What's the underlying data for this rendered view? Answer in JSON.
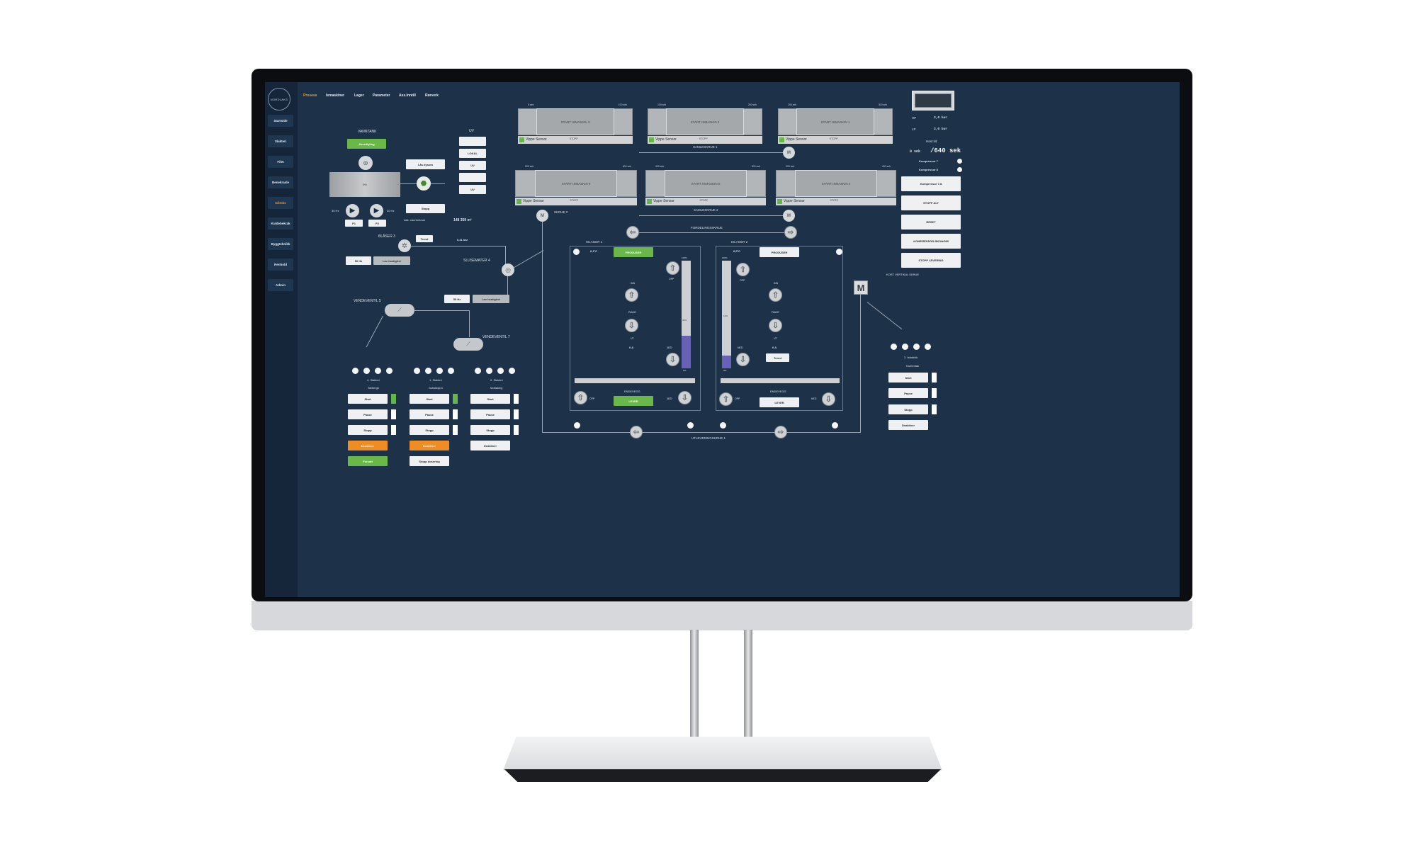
{
  "app": {
    "logo_text": "NORDLAKS"
  },
  "nav": {
    "items": [
      "Prosess",
      "Ismaskiner",
      "Lager",
      "Parameter",
      "Ass.Inntill",
      "Rørverk"
    ],
    "active_index": 0
  },
  "sidebar": {
    "items": [
      "Startside",
      "Slakteri",
      "Filet",
      "Benekrasle",
      "Islimbs",
      "Kuldebekrak",
      "Byggteknikk",
      "Renhold",
      "Admin"
    ],
    "active_index": 4
  },
  "water": {
    "title": "VANNTANK",
    "avsedling_label": "Avvedlyling",
    "tank_label": "0%",
    "lav_label": "Lås dysom",
    "hz1": "30 Hz",
    "hz2": "30 Hz",
    "p1": "P1",
    "p2": "P2",
    "stopp_btn": "Stopp",
    "akk_label": "Akk. vannforbruk",
    "akk_value": "148 359 m³"
  },
  "uv": {
    "title": "UV",
    "rows": [
      "",
      "LOKAL",
      "UV",
      "",
      "UV"
    ]
  },
  "blaser3": {
    "title": "BLÅSER 3",
    "trend_btn": "Trend",
    "pressure": "0,41 bar",
    "hz": "50 Hz",
    "status_btn": "Lav hastighet"
  },
  "sluse": {
    "title": "SLUSEMATER 4",
    "hz": "50 Hz",
    "status_btn": "Lav hastighet"
  },
  "vende5": {
    "title": "VENDEVENTIL 5"
  },
  "vende7": {
    "title": "VENDEVENTIL 7"
  },
  "ice_machines": [
    {
      "label": "START ISMASKIN 3",
      "min": "5 sek",
      "max": "100 sek",
      "sensor": "Vippe Sensor",
      "stop": "STOPP"
    },
    {
      "label": "START ISMASKIN 2",
      "min": "100 sek",
      "max": "200 sek",
      "sensor": "Vippe Sensor",
      "stop": "STOPP"
    },
    {
      "label": "START ISMASKIN 1",
      "min": "200 sek",
      "max": "300 sek",
      "sensor": "Vippe Sensor",
      "stop": "STOPP"
    },
    {
      "label": "START ISMASKIN 6",
      "min": "500 sek",
      "max": "600 sek",
      "sensor": "Vippe Sensor",
      "stop": "STOPP"
    },
    {
      "label": "START ISMASKIN 5",
      "min": "400 sek",
      "max": "500 sek",
      "sensor": "Vippe Sensor",
      "stop": "STOPP"
    },
    {
      "label": "START ISMASKIN 4",
      "min": "300 sek",
      "max": "400 sek",
      "sensor": "Vippe Sensor",
      "stop": "STOPP"
    }
  ],
  "screws": {
    "samle1": "SAMLESKRUE 1",
    "samle2": "SAMLESKRUE 2",
    "skrue2": "SKRUE 2",
    "fordeling": "FORDELINGSSKRUE",
    "utlevering": "UTLEVERINGSKRUE 1",
    "kort": "KORT VERTIKAL SKRUE",
    "motor": "M"
  },
  "compressor": {
    "hp_label": "HP",
    "hp_value": "3,6 bar",
    "lp_label": "LP",
    "lp_value": "3,6 bar",
    "hast_title": "Hast tid",
    "hast_current": "0 sek",
    "hast_total": "/640 sek",
    "komp7": "Kompressor 7",
    "komp8": "Kompressor 8",
    "buttons": [
      "Kompressor 7-8",
      "STOPP ALT",
      "RESET",
      "KOMPRESSOR ØKONOMI",
      "STOPP LEVERING"
    ]
  },
  "silo1": {
    "title": "ISLAGER 1",
    "temp": "6,1°C",
    "produce_btn": "PRODUSER",
    "opp": "OPP",
    "inn": "INN",
    "rake": "RAKE",
    "ut": "UT",
    "ned": "NED",
    "amp": "0 A",
    "level_pct": 30,
    "level_top": "100%",
    "level_mid": "30%",
    "level_bottom": "0%",
    "endevegg": "ENDEVEGG",
    "lever_btn": "LEVER"
  },
  "silo2": {
    "title": "ISLAGER 2",
    "temp": "6,0°C",
    "produce_btn": "PRODUSER",
    "opp": "OPP",
    "inn": "INN",
    "rake": "RAKE",
    "ut": "UT",
    "ned": "NED",
    "amp": "0 A",
    "trend_btn": "Trend",
    "level_pct": 12,
    "level_top": "100%",
    "level_mid": "12%",
    "level_bottom": "0%",
    "endevegg": "ENDEVEGG",
    "lever_btn": "LEVER"
  },
  "stations": [
    {
      "name": "4. Slakteri",
      "sub": "Sibberge",
      "buttons": [
        "Start",
        "Pause",
        "Stopp",
        "Deaktiver",
        "Forsatt"
      ]
    },
    {
      "name": "1. Slakteri",
      "sub": "Substasjon",
      "buttons": [
        "Start",
        "Pause",
        "Stopp",
        "Deaktiver",
        "Stopp dosering"
      ]
    },
    {
      "name": "2. Slakteri",
      "sub": "Mottaking",
      "buttons": [
        "Start",
        "Pause",
        "Stopp",
        "Deaktiver"
      ]
    },
    {
      "name": "3. Isfabrikk",
      "sub": "Kamedtak",
      "buttons": [
        "Start",
        "Pause",
        "Stopp",
        "Deaktiver"
      ]
    }
  ],
  "colors": {
    "screen_bg": "#1d3148",
    "green": "#6ab84a",
    "orange": "#ef8d24",
    "level": "#6762b5"
  }
}
